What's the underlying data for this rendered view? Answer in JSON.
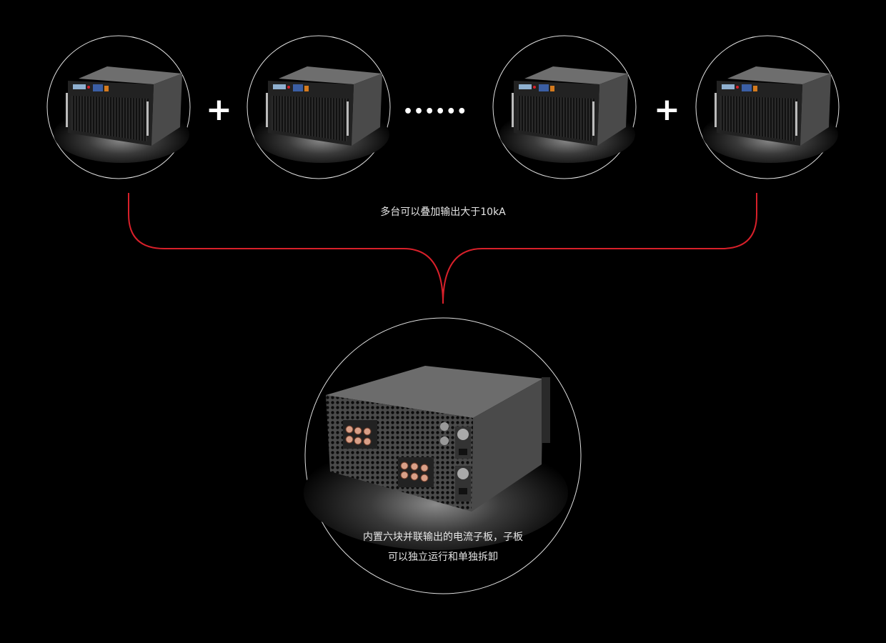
{
  "colors": {
    "background": "#000000",
    "connector": "#d8202a",
    "circle_outline": "#e0e0e0"
  },
  "operators": {
    "plus_1": "+",
    "ellipsis": "••••••",
    "plus_2": "+"
  },
  "caption_top": "多台可以叠加输出大于10kA",
  "caption_bottom": {
    "line1": "内置六块并联输出的电流子板，子板",
    "line2": "可以独立运行和单独拆卸"
  },
  "device_units": [
    {
      "icon": "power-supply-front-icon"
    },
    {
      "icon": "power-supply-front-icon"
    },
    {
      "icon": "power-supply-front-icon"
    },
    {
      "icon": "power-supply-front-icon"
    }
  ],
  "detail_unit": {
    "icon": "power-supply-rear-icon"
  }
}
